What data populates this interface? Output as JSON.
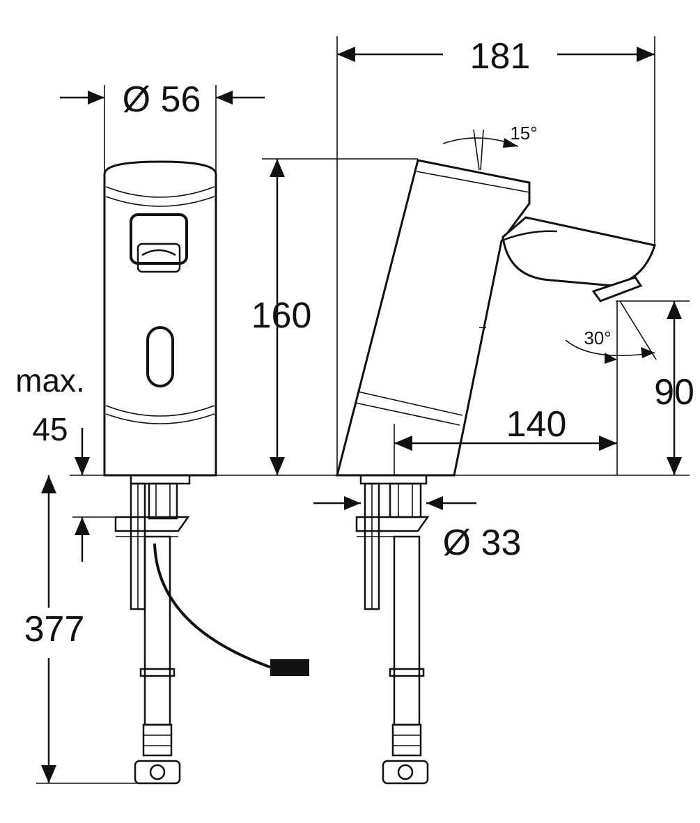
{
  "dimensions": {
    "overall_length": "181",
    "body_diameter": "Ø 56",
    "height": "160",
    "spout_angle_top": "15°",
    "spout_angle_outlet": "30°",
    "outlet_height": "90",
    "spout_reach": "140",
    "max_label": "max.",
    "max_thickness": "45",
    "shank_diameter": "Ø 33",
    "hose_length": "377"
  }
}
